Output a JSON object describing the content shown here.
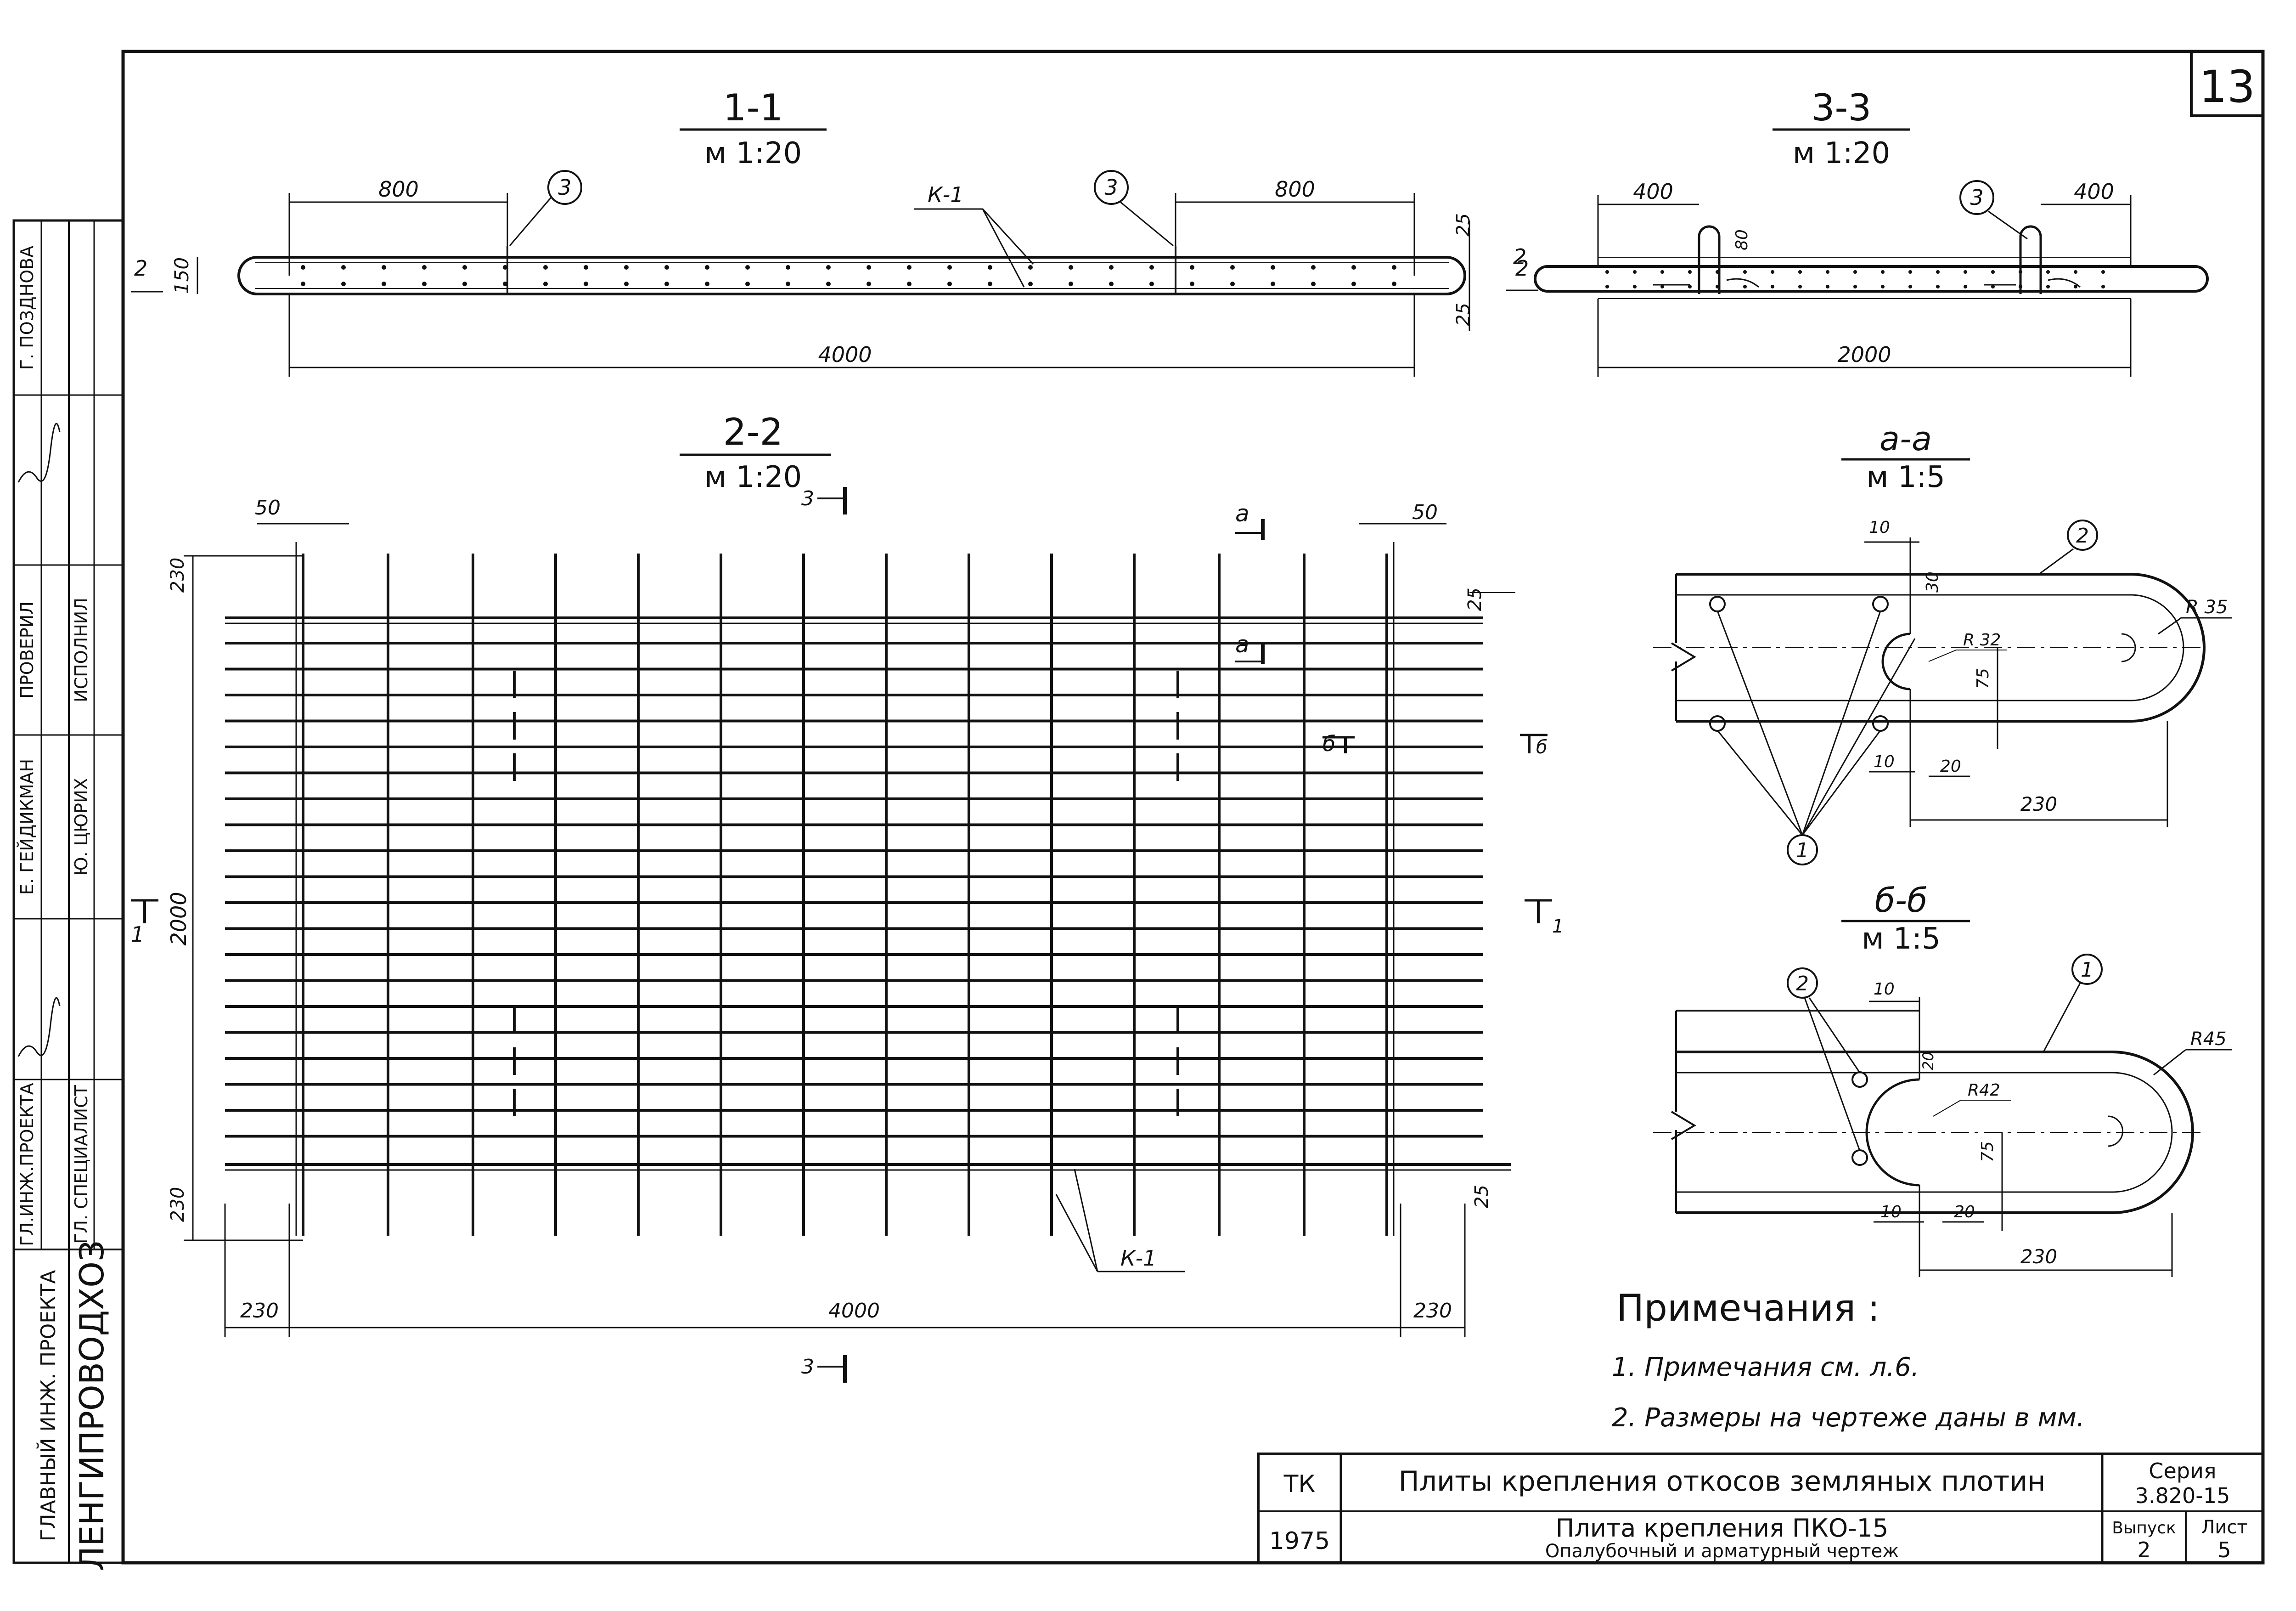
{
  "sheet_number": "13",
  "sections": {
    "s11": {
      "title": "1-1",
      "scale": "м 1:20",
      "dim_left": "800",
      "dim_right": "800",
      "dim_total": "4000",
      "dim_thick": "150",
      "dim_top": "25",
      "dim_bot": "25",
      "dim_side": "2",
      "label_k1": "К-1",
      "callout": "3"
    },
    "s33": {
      "title": "3-3",
      "scale": "м 1:20",
      "dim_left": "400",
      "dim_right": "400",
      "dim_total": "2000",
      "dim_loop": "80",
      "dim_side": "2",
      "callout": "3"
    },
    "s22": {
      "title": "2-2",
      "scale": "м 1:20",
      "dim_50_left": "50",
      "dim_50_right": "50",
      "dim_230_top": "230",
      "dim_230_bot": "230",
      "dim_2000": "2000",
      "dim_25_top": "25",
      "dim_25_bot": "25",
      "dim_230_left": "230",
      "dim_4000": "4000",
      "dim_230_right": "230",
      "label_k1": "К-1",
      "cut_3": "3",
      "cut_a": "а",
      "cut_b": "б",
      "cut_1": "1"
    },
    "saa": {
      "title": "а-а",
      "scale": "м 1:5",
      "d10a": "10",
      "d30": "30",
      "r35": "R 35",
      "r32": "R 32",
      "d75": "75",
      "d10b": "10",
      "d20": "20",
      "d230": "230",
      "callout1": "1",
      "callout2": "2"
    },
    "sbb": {
      "title": "б-б",
      "scale": "м 1:5",
      "d10a": "10",
      "d20a": "20",
      "r45": "R45",
      "r42": "R42",
      "d75": "75",
      "d10b": "10",
      "d20b": "20",
      "d230": "230",
      "callout1": "1",
      "callout2": "2"
    }
  },
  "notes": {
    "heading": "Примечания :",
    "items": [
      "1. Примечания см. л.6.",
      "2. Размеры на чертеже даны в мм."
    ]
  },
  "side_stamp": {
    "org1": "ЛЕНГИПРОВОДХОЗ",
    "org2": "ГЛАВНЫЙ ИНЖ. ПРОЕКТА",
    "roles": [
      "ГЛ.ИНЖ.ПРОЕКТА",
      "ГЛ. СПЕЦИАЛИСТ",
      "ПРОВЕРИЛ",
      "ИСПОЛНИЛ"
    ],
    "names": [
      "Е. ГЕЙДИКМАН",
      "Ю. ЦЮРИХ",
      "Г. ПОЗДНОВА"
    ]
  },
  "title_block": {
    "code": "ТК",
    "year": "1975",
    "main_title": "Плиты крепления откосов земляных плотин",
    "sub_title": "Плита крепления ПКО-15",
    "sub_title2": "Опалубочный и арматурный чертеж",
    "seria_label": "Серия",
    "seria_value": "3.820-15",
    "vypusk_label": "Выпуск",
    "vypusk_value": "2",
    "list_label": "Лист",
    "list_value": "5"
  }
}
